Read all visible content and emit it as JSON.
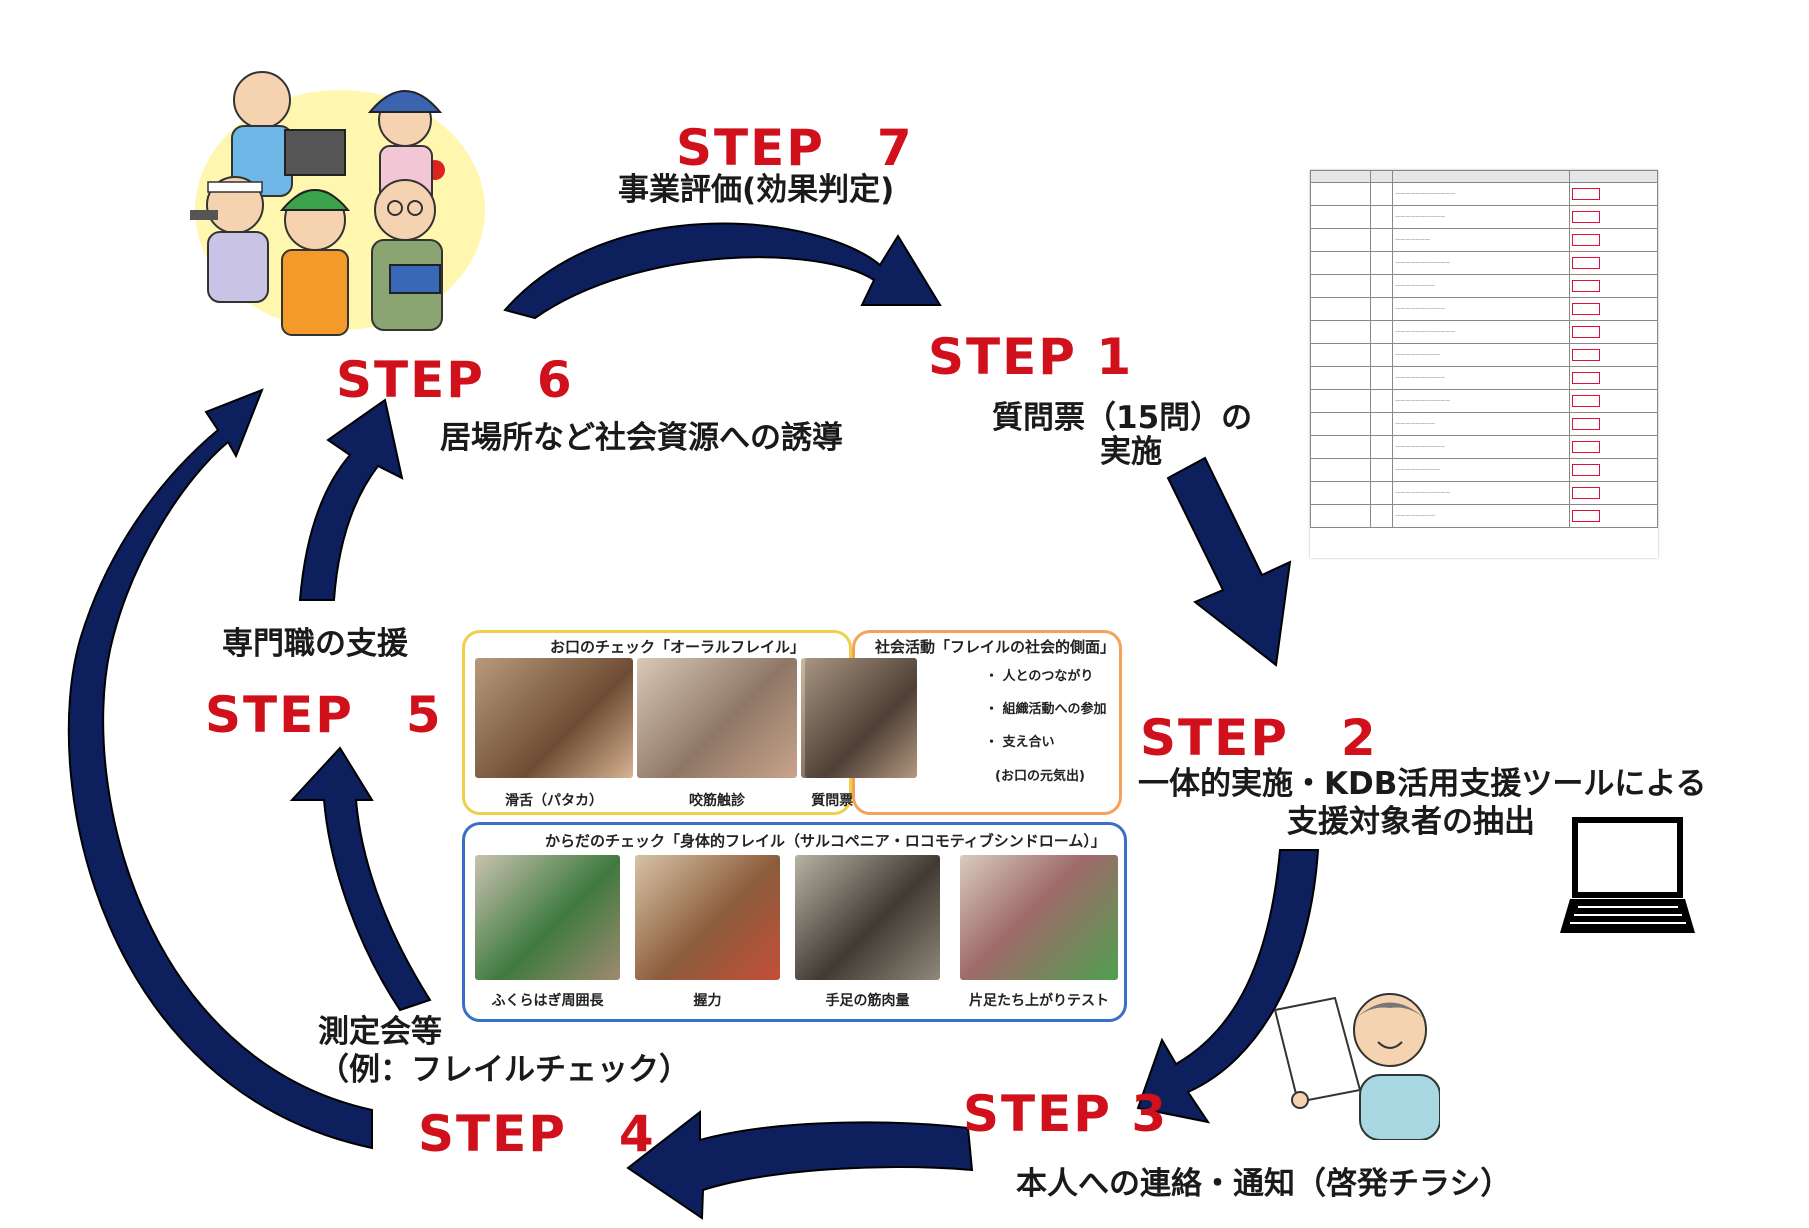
{
  "steps": {
    "s1": {
      "label": "STEP  1",
      "desc_line1": "質問票（15問）の",
      "desc_line2": "実施"
    },
    "s2": {
      "label": "STEP　2",
      "desc_line1": "一体的実施・KDB活用支援ツールによる",
      "desc_line2": "支援対象者の抽出"
    },
    "s3": {
      "label": "STEP 3",
      "desc": "本人への連絡・通知（啓発チラシ）"
    },
    "s4": {
      "label": "STEP　4",
      "desc_line1": "測定会等",
      "desc_line2": "（例：フレイルチェック）"
    },
    "s5": {
      "label": "STEP　5",
      "desc": "専門職の支援"
    },
    "s6": {
      "label": "STEP　6",
      "desc": "居場所など社会資源への誘導"
    },
    "s7": {
      "label": "STEP　7",
      "desc": "事業評価(効果判定)"
    }
  },
  "oral_panel": {
    "title": "お口のチェック「オーラルフレイル」",
    "captions": [
      "滑舌（パタカ）",
      "咬筋触診",
      "質問票による健康チェック"
    ]
  },
  "social_panel": {
    "title": "社会活動「フレイルの社会的側面」",
    "bullets": [
      "人とのつながり",
      "組織活動への参加",
      "支え合い"
    ],
    "note": "(お口の元気出)"
  },
  "body_panel": {
    "title": "からだのチェック「身体的フレイル（サルコペニア・ロコモティブシンドローム）」",
    "captions": [
      "ふくらはぎ周囲長",
      "握力",
      "手足の筋肉量",
      "片足たち上がりテスト"
    ]
  },
  "colors": {
    "step_red": "#d0101a",
    "arrow_navy": "#0d1f5c",
    "oral_border": "#f2cf4a",
    "social_border": "#f3a25c",
    "body_border": "#3a6fc9"
  }
}
